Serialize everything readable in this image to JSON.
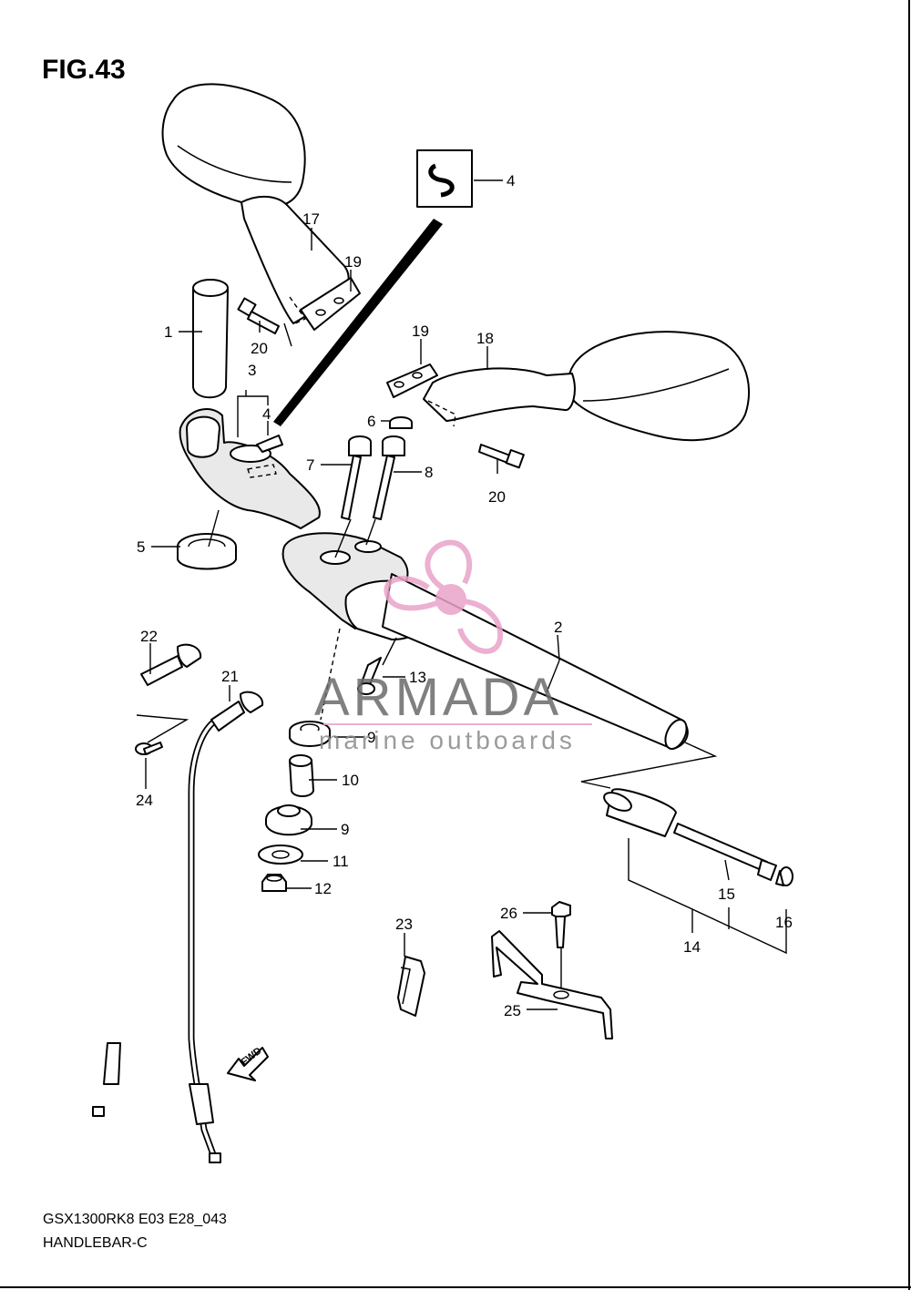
{
  "figure": {
    "title": "FIG.43",
    "model_code": "GSX1300RK8 E03 E28_043",
    "name": "HANDLEBAR-C"
  },
  "callouts": [
    "1",
    "2",
    "3",
    "4",
    "4",
    "5",
    "6",
    "7",
    "8",
    "9",
    "9",
    "10",
    "11",
    "12",
    "13",
    "14",
    "15",
    "16",
    "17",
    "18",
    "19",
    "19",
    "20",
    "20",
    "21",
    "22",
    "23",
    "24",
    "25",
    "26"
  ],
  "fwd_label": "FWD",
  "watermark": {
    "brand": "ARMADA",
    "tagline": "marine outboards",
    "color_logo": "#e9a3c9"
  }
}
